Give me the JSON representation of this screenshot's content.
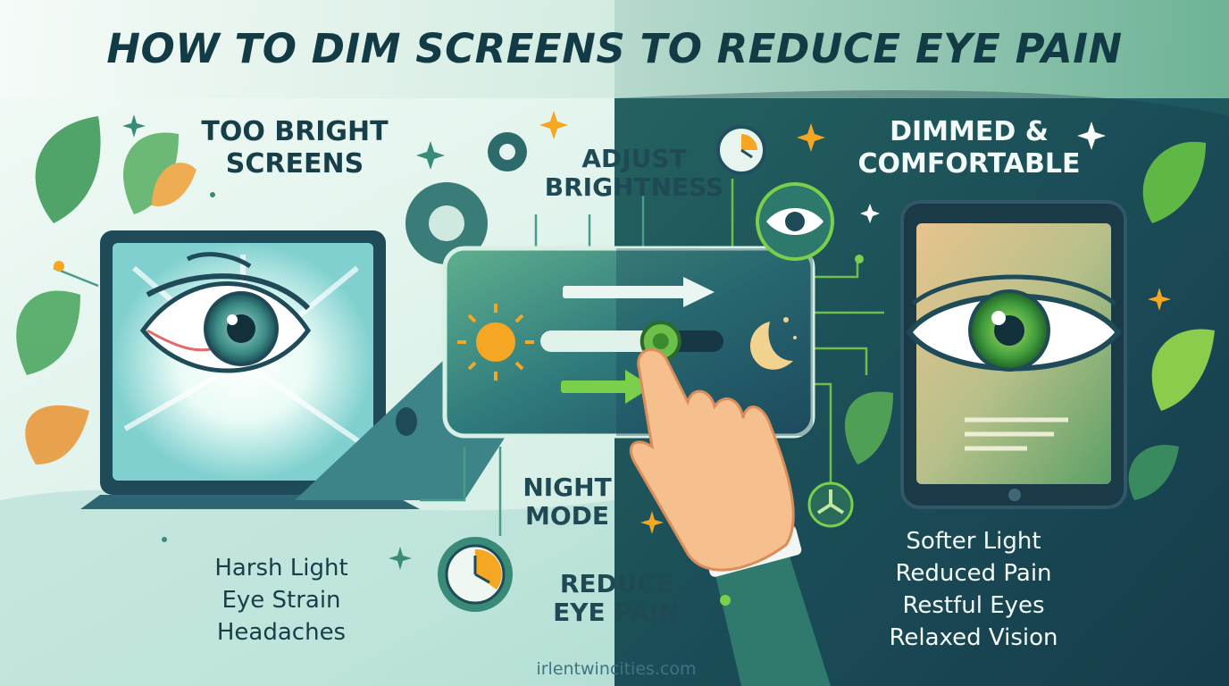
{
  "title": "HOW TO DIM SCREENS TO REDUCE EYE PAIN",
  "left": {
    "heading": [
      "TOO BRIGHT",
      "SCREENS"
    ],
    "effects": [
      "Harsh Light",
      "Eye Strain",
      "Headaches"
    ]
  },
  "center": {
    "adjust": [
      "ADJUST",
      "BRIGHTNESS"
    ],
    "night": [
      "NIGHT",
      "MODE"
    ],
    "reduce": [
      "REDUCE",
      "EYE PAIN"
    ],
    "brightness_level": 0.55
  },
  "right": {
    "heading": [
      "DIMMED &",
      "COMFORTABLE"
    ],
    "benefits": [
      "Softer Light",
      "Reduced Pain",
      "Restful Eyes",
      "Relaxed Vision"
    ]
  },
  "footer": {
    "website": "irlentwincities.com"
  },
  "icons": [
    "sparkle-icon",
    "gear-icon",
    "clock-icon",
    "eye-icon",
    "sun-icon",
    "moon-icon",
    "arrow-right-icon",
    "hand-pointer-icon",
    "leaf-icon",
    "fan-icon"
  ],
  "colors": {
    "dark_teal": "#173f4a",
    "bright_green": "#6cc04a",
    "accent_orange": "#f5a623",
    "panel_teal": "#2f7a7c",
    "light_mint": "#e4f4ee"
  }
}
